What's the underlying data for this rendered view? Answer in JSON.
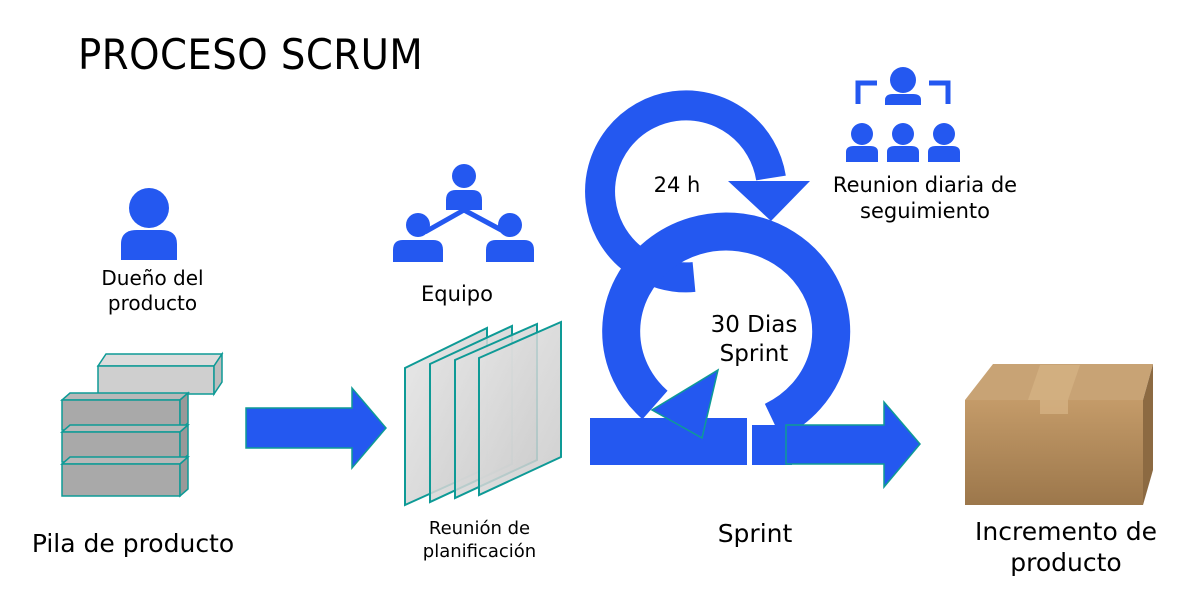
{
  "title": "PROCESO SCRUM",
  "labels": {
    "product_owner": "Dueño del producto",
    "team": "Equipo",
    "daily_cycle": "24 h",
    "daily_meeting": "Reunion diaria de seguimiento",
    "sprint_cycle": "30 Dias Sprint",
    "backlog": "Pila de producto",
    "planning": "Reunión de planificación",
    "sprint": "Sprint",
    "increment": "Incremento de producto"
  },
  "colors": {
    "accent": "#2458F0",
    "teal": "#0E9A96",
    "box": "#B08A5C"
  },
  "icons": [
    "person-icon",
    "team-network-icon",
    "meeting-icon",
    "box-stack-icon",
    "glass-sheets-icon",
    "arrow-icon",
    "cardboard-box-icon"
  ]
}
